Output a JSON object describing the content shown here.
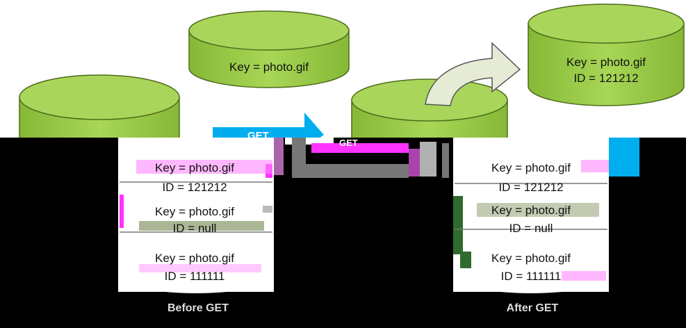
{
  "diagram": {
    "incoming_key": {
      "line1": "Key = photo.gif"
    },
    "returned_object": {
      "line1": "Key = photo.gif",
      "line2": "ID = 121212"
    },
    "get_arrow_label": "GET",
    "get_arrow_label_2": "GET",
    "before": {
      "caption": "Before GET",
      "records": [
        {
          "key": "Key = photo.gif",
          "id": "ID = 121212"
        },
        {
          "key": "Key = photo.gif",
          "id": "ID = null"
        },
        {
          "key": "Key = photo.gif",
          "id": "ID = 111111"
        }
      ]
    },
    "after": {
      "caption": "After GET",
      "records": [
        {
          "key": "Key = photo.gif",
          "id": "ID = 121212"
        },
        {
          "key": "Key = photo.gif",
          "id": "ID = null"
        },
        {
          "key": "Key = photo.gif",
          "id": "ID = 111111"
        }
      ]
    },
    "colors": {
      "cylinder_fill": "#99cc44",
      "cylinder_top": "#a9d55a",
      "cylinder_stroke": "#333333",
      "arrow_blue": "#00aeef",
      "curved_arrow_fill": "#e6ebd6",
      "glitch_magenta": "#ff33ff",
      "glitch_gray": "#777777"
    }
  }
}
